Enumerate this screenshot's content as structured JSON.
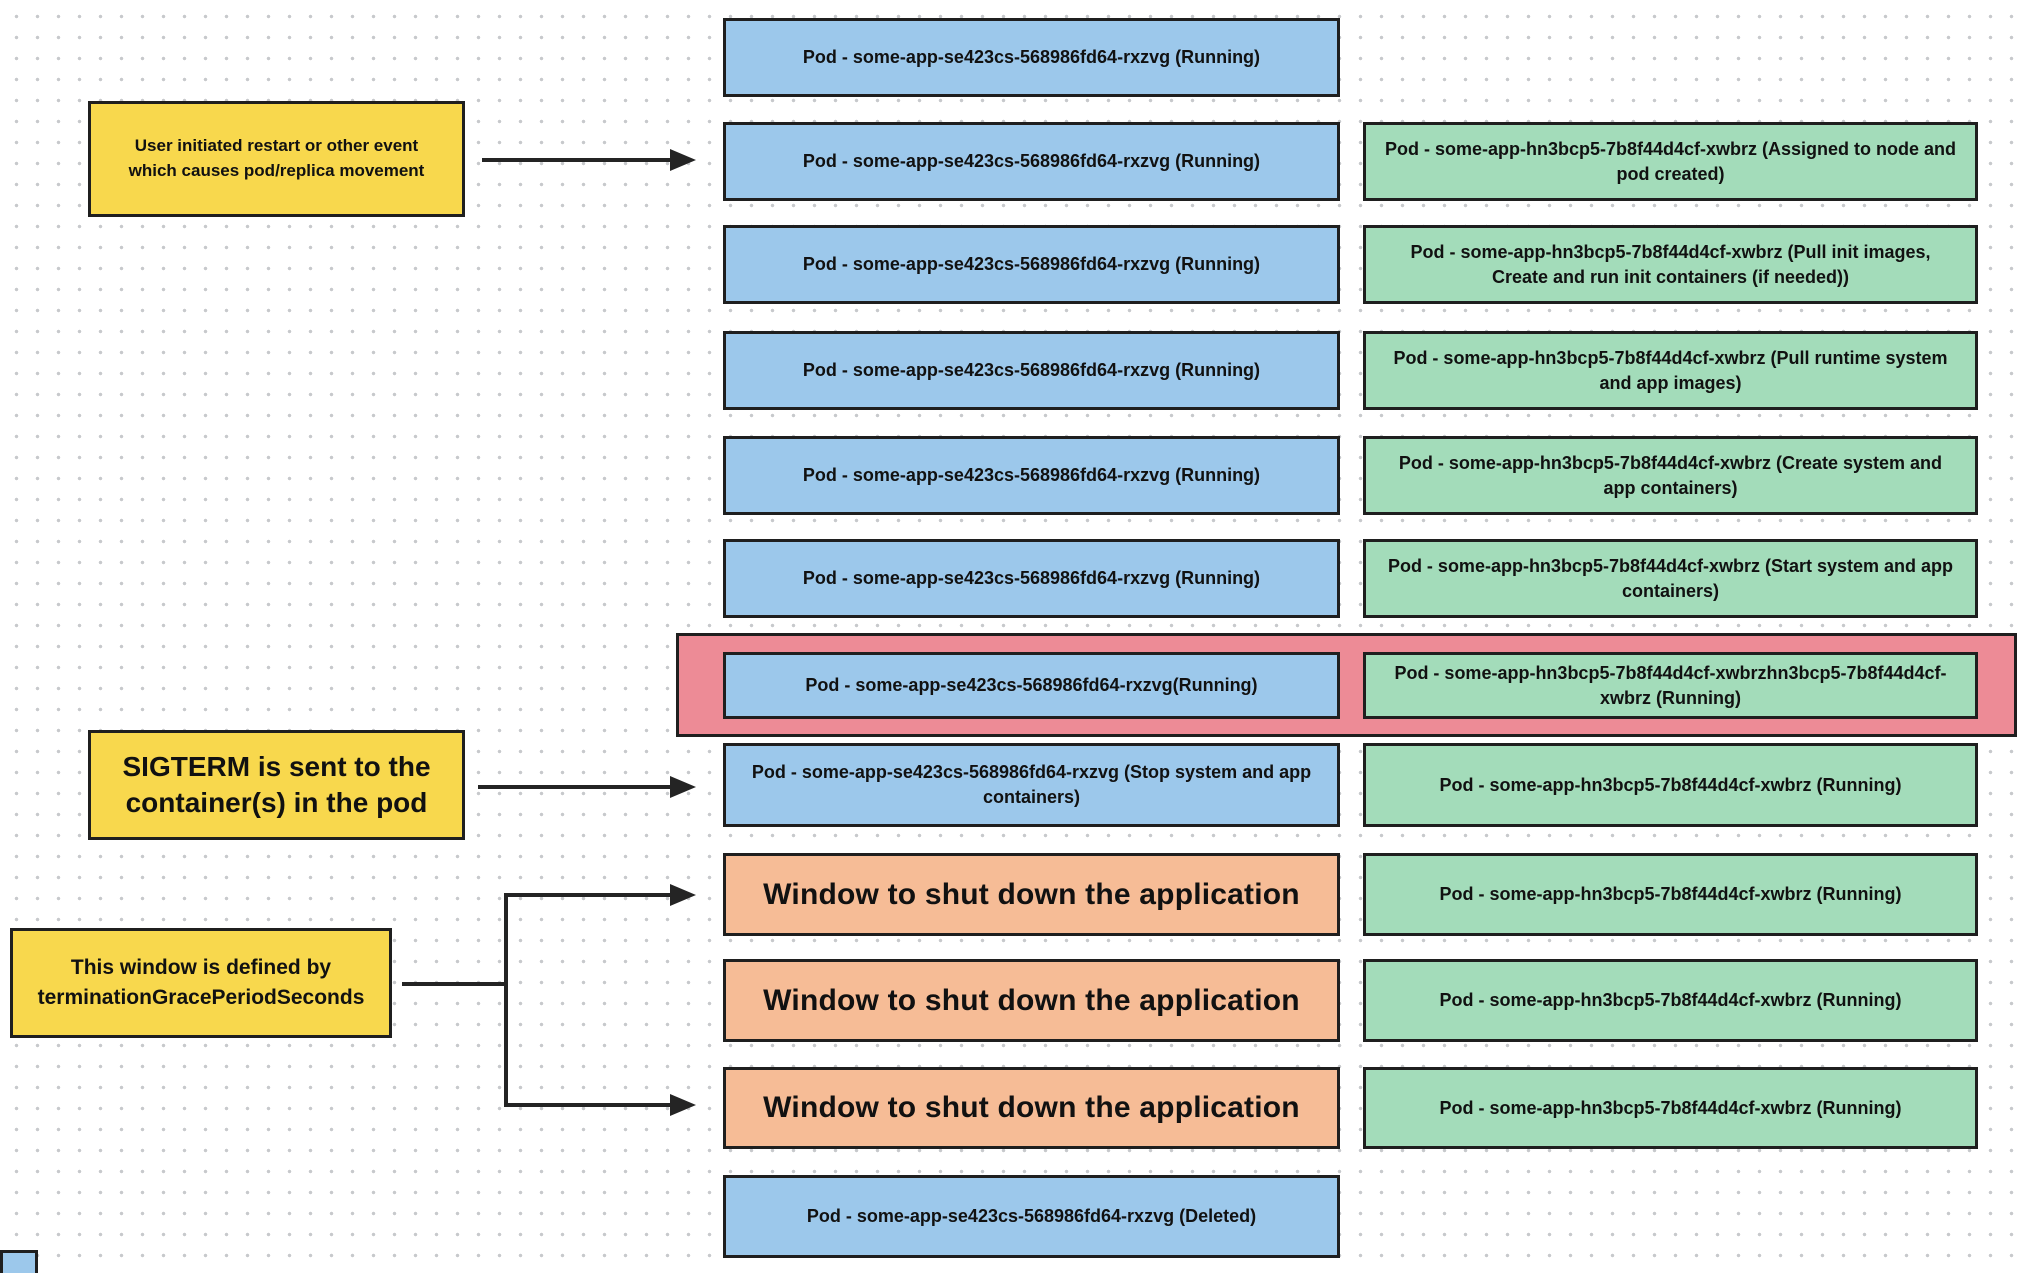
{
  "colors": {
    "blue": "#9CC8EB",
    "green": "#A3DCBA",
    "orange": "#F6BC96",
    "yellow": "#F8D84D",
    "band": "#ED8B96",
    "border": "#1F1F1F"
  },
  "labels": {
    "restart_event": "User initiated restart or other event\nwhich causes pod/replica movement",
    "sigterm": "SIGTERM is sent to the\ncontainer(s) in the pod",
    "grace_period": "This window is defined by\nterminationGracePeriodSeconds"
  },
  "rows": [
    {
      "highlight": false,
      "left": {
        "kind": "pod",
        "color": "blue",
        "text": "Pod - some-app-se423cs-568986fd64-rxzvg (Running)"
      },
      "right": null
    },
    {
      "highlight": false,
      "left": {
        "kind": "pod",
        "color": "blue",
        "text": "Pod - some-app-se423cs-568986fd64-rxzvg (Running)"
      },
      "right": {
        "kind": "pod",
        "color": "green",
        "text": "Pod - some-app-hn3bcp5-7b8f44d4cf-xwbrz (Assigned to node and pod created)"
      }
    },
    {
      "highlight": false,
      "left": {
        "kind": "pod",
        "color": "blue",
        "text": "Pod - some-app-se423cs-568986fd64-rxzvg (Running)"
      },
      "right": {
        "kind": "pod",
        "color": "green",
        "text": "Pod - some-app-hn3bcp5-7b8f44d4cf-xwbrz (Pull init images, Create and run init containers (if needed))"
      }
    },
    {
      "highlight": false,
      "left": {
        "kind": "pod",
        "color": "blue",
        "text": "Pod - some-app-se423cs-568986fd64-rxzvg (Running)"
      },
      "right": {
        "kind": "pod",
        "color": "green",
        "text": "Pod - some-app-hn3bcp5-7b8f44d4cf-xwbrz (Pull runtime system and app images)"
      }
    },
    {
      "highlight": false,
      "left": {
        "kind": "pod",
        "color": "blue",
        "text": "Pod - some-app-se423cs-568986fd64-rxzvg (Running)"
      },
      "right": {
        "kind": "pod",
        "color": "green",
        "text": "Pod - some-app-hn3bcp5-7b8f44d4cf-xwbrz (Create system and app containers)"
      }
    },
    {
      "highlight": false,
      "left": {
        "kind": "pod",
        "color": "blue",
        "text": "Pod - some-app-se423cs-568986fd64-rxzvg (Running)"
      },
      "right": {
        "kind": "pod",
        "color": "green",
        "text": "Pod - some-app-hn3bcp5-7b8f44d4cf-xwbrz (Start system and app containers)"
      }
    },
    {
      "highlight": true,
      "left": {
        "kind": "pod",
        "color": "blue",
        "text": "Pod - some-app-se423cs-568986fd64-rxzvg(Running)"
      },
      "right": {
        "kind": "pod",
        "color": "green",
        "text": "Pod - some-app-hn3bcp5-7b8f44d4cf-xwbrzhn3bcp5-7b8f44d4cf-xwbrz (Running)"
      }
    },
    {
      "highlight": false,
      "left": {
        "kind": "pod",
        "color": "blue",
        "text": "Pod - some-app-se423cs-568986fd64-rxzvg (Stop system and app containers)"
      },
      "right": {
        "kind": "pod",
        "color": "green",
        "text": "Pod - some-app-hn3bcp5-7b8f44d4cf-xwbrz (Running)"
      }
    },
    {
      "highlight": false,
      "left": {
        "kind": "window",
        "color": "orange",
        "text": "Window to shut down the application"
      },
      "right": {
        "kind": "pod",
        "color": "green",
        "text": "Pod - some-app-hn3bcp5-7b8f44d4cf-xwbrz (Running)"
      }
    },
    {
      "highlight": false,
      "left": {
        "kind": "window",
        "color": "orange",
        "text": "Window to shut down the application"
      },
      "right": {
        "kind": "pod",
        "color": "green",
        "text": "Pod - some-app-hn3bcp5-7b8f44d4cf-xwbrz (Running)"
      }
    },
    {
      "highlight": false,
      "left": {
        "kind": "window",
        "color": "orange",
        "text": "Window to shut down the application"
      },
      "right": {
        "kind": "pod",
        "color": "green",
        "text": "Pod - some-app-hn3bcp5-7b8f44d4cf-xwbrz (Running)"
      }
    },
    {
      "highlight": false,
      "left": {
        "kind": "pod",
        "color": "blue",
        "text": "Pod - some-app-se423cs-568986fd64-rxzvg (Deleted)"
      },
      "right": null
    }
  ]
}
